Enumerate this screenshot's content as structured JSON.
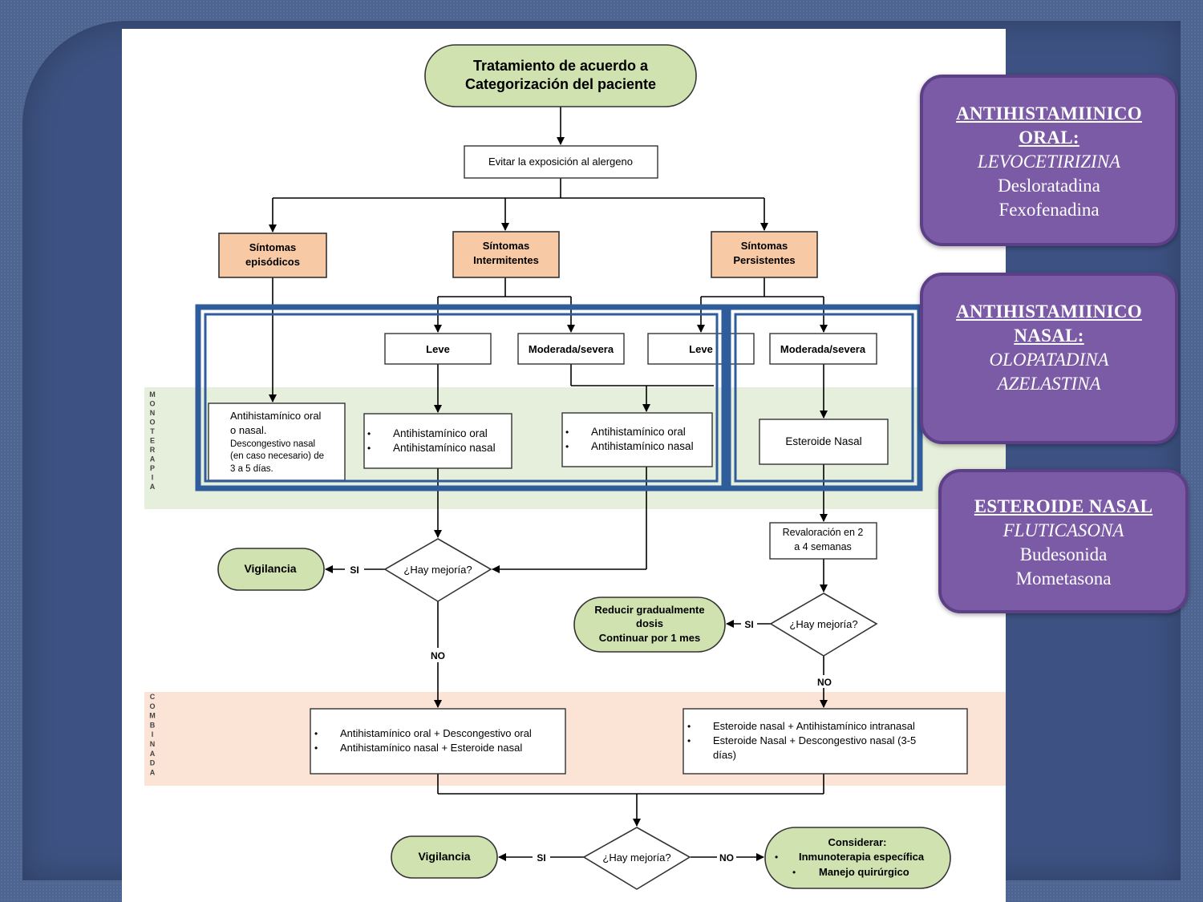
{
  "diagram": {
    "start": [
      "Tratamiento de acuerdo a",
      "Categorización del paciente"
    ],
    "avoid": "Evitar la exposición al alergeno",
    "episodic": [
      "Síntomas",
      "episódicos"
    ],
    "intermittent": [
      "Síntomas",
      "Intermitentes"
    ],
    "persistent": [
      "Síntomas",
      "Persistentes"
    ],
    "leve": "Leve",
    "moderate": "Moderada/severa",
    "band_mono": "MONOTERAPIA",
    "band_comb": "COMBINADA",
    "mono_episodic": [
      "Antihistamínico oral",
      "o nasal.",
      "Descongestivo nasal",
      "(en caso necesario) de",
      "3 a 5 días."
    ],
    "mono_items": [
      "Antihistamínico oral",
      "Antihistamínico nasal"
    ],
    "steroid_nasal": "Esteroide Nasal",
    "reeval": [
      "Revaloración en 2",
      "a 4 semanas"
    ],
    "question": "¿Hay mejoría?",
    "yes": "SI",
    "no": "NO",
    "surveillance": "Vigilancia",
    "reduce": [
      "Reducir gradualmente",
      "dosis",
      "Continuar por 1 mes"
    ],
    "comb_left": [
      "Antihistamínico oral + Descongestivo oral",
      "Antihistamínico nasal + Esteroide nasal"
    ],
    "comb_right": [
      "Esteroide nasal + Antihistamínico intranasal",
      "Esteroide Nasal + Descongestivo nasal (3-5",
      "días)"
    ],
    "consider": [
      "Considerar:",
      "Inmunoterapia específica",
      "Manejo quirúrgico"
    ]
  },
  "cards": {
    "oral": {
      "title": [
        "ANTIHISTAMIINICO",
        "ORAL:"
      ],
      "italic": "LEVOCETIRIZINA",
      "regular": [
        "Desloratadina",
        "Fexofenadina"
      ]
    },
    "nasal": {
      "title": [
        "ANTIHISTAMIINICO",
        "NASAL:"
      ],
      "italic": [
        "OLOPATADINA",
        "AZELASTINA"
      ]
    },
    "steroid": {
      "title": "ESTEROIDE NASAL",
      "italic": "FLUTICASONA",
      "regular": [
        "Budesonida",
        "Mometasona"
      ]
    }
  },
  "colors": {
    "green_node": "#cfe2b0",
    "orange_node": "#f7c9a4",
    "mono_band": "#e6efdb",
    "comb_band": "#fbe4d6",
    "blue_frame": "#2f5d9c",
    "card": "#7b5aa6"
  }
}
